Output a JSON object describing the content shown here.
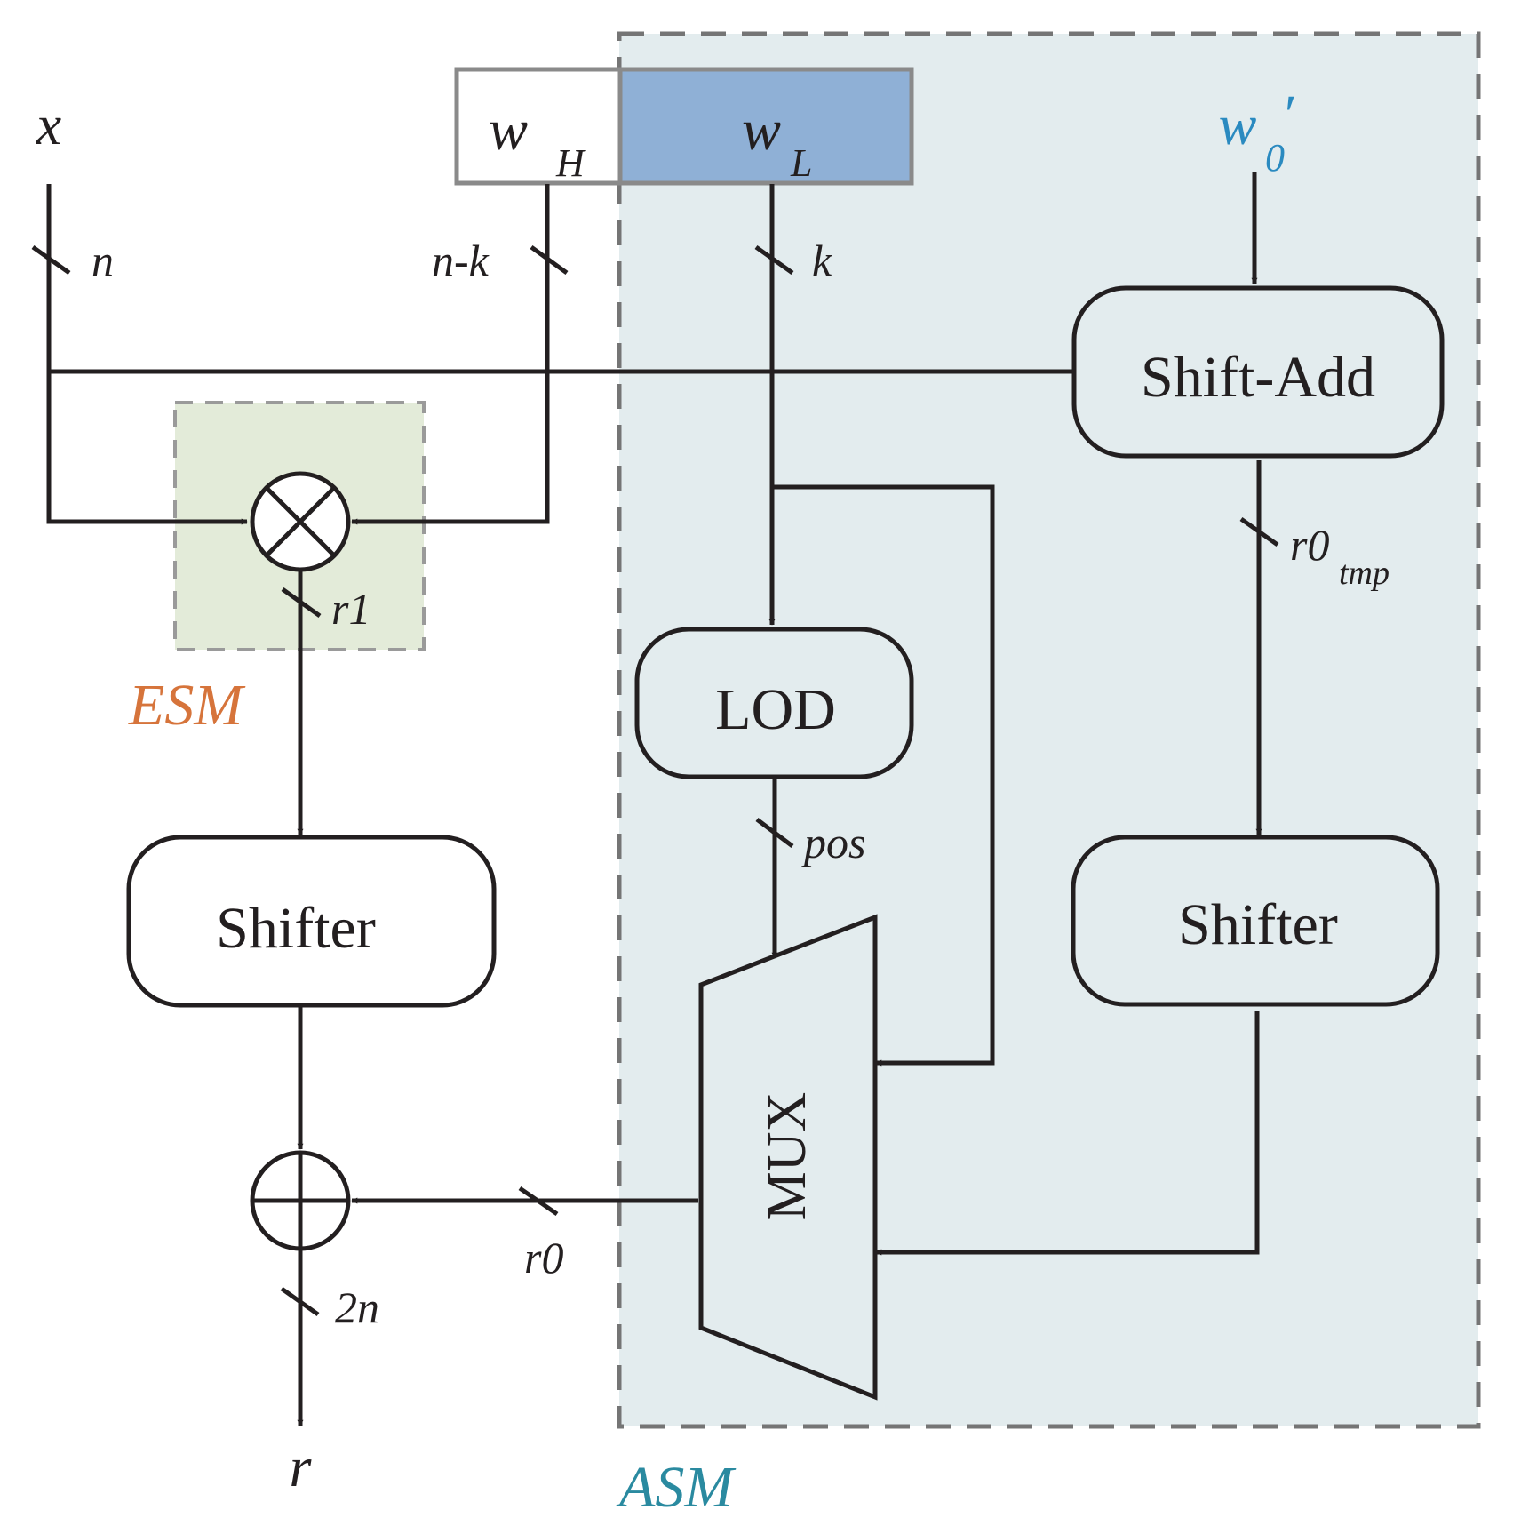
{
  "colors": {
    "asm_region_fill": "#e3ecee",
    "esm_region_fill": "#e3ebd9",
    "wl_register_fill": "#8fb0d6",
    "esm_label_color": "#d6743b",
    "asm_label_color": "#2a8aa0",
    "w0_label_color": "#2a8ac0",
    "line_color": "#231f20",
    "dashed_border_color": "#757575"
  },
  "inputs": {
    "x": "x",
    "w_main": "w",
    "w_h_sub": "H",
    "w_l_sub": "L",
    "w0_main": "w",
    "w0_sub": "0",
    "w0_prime": "′"
  },
  "blocks": {
    "shift_add": "Shift-Add",
    "lod": "LOD",
    "shifter_left": "Shifter",
    "shifter_right": "Shifter",
    "mux": "MUX"
  },
  "bus_labels": {
    "n": "n",
    "n_minus_k": "n-k",
    "k": "k",
    "r1": "r1",
    "r0tmp_main": "r0",
    "r0tmp_sub": "tmp",
    "pos": "pos",
    "r0": "r0",
    "two_n": "2n"
  },
  "output": {
    "r": "r"
  },
  "regions": {
    "esm": "ESM",
    "asm": "ASM"
  },
  "icons": {
    "multiplier": "circle-times-icon",
    "adder": "circle-plus-icon"
  }
}
